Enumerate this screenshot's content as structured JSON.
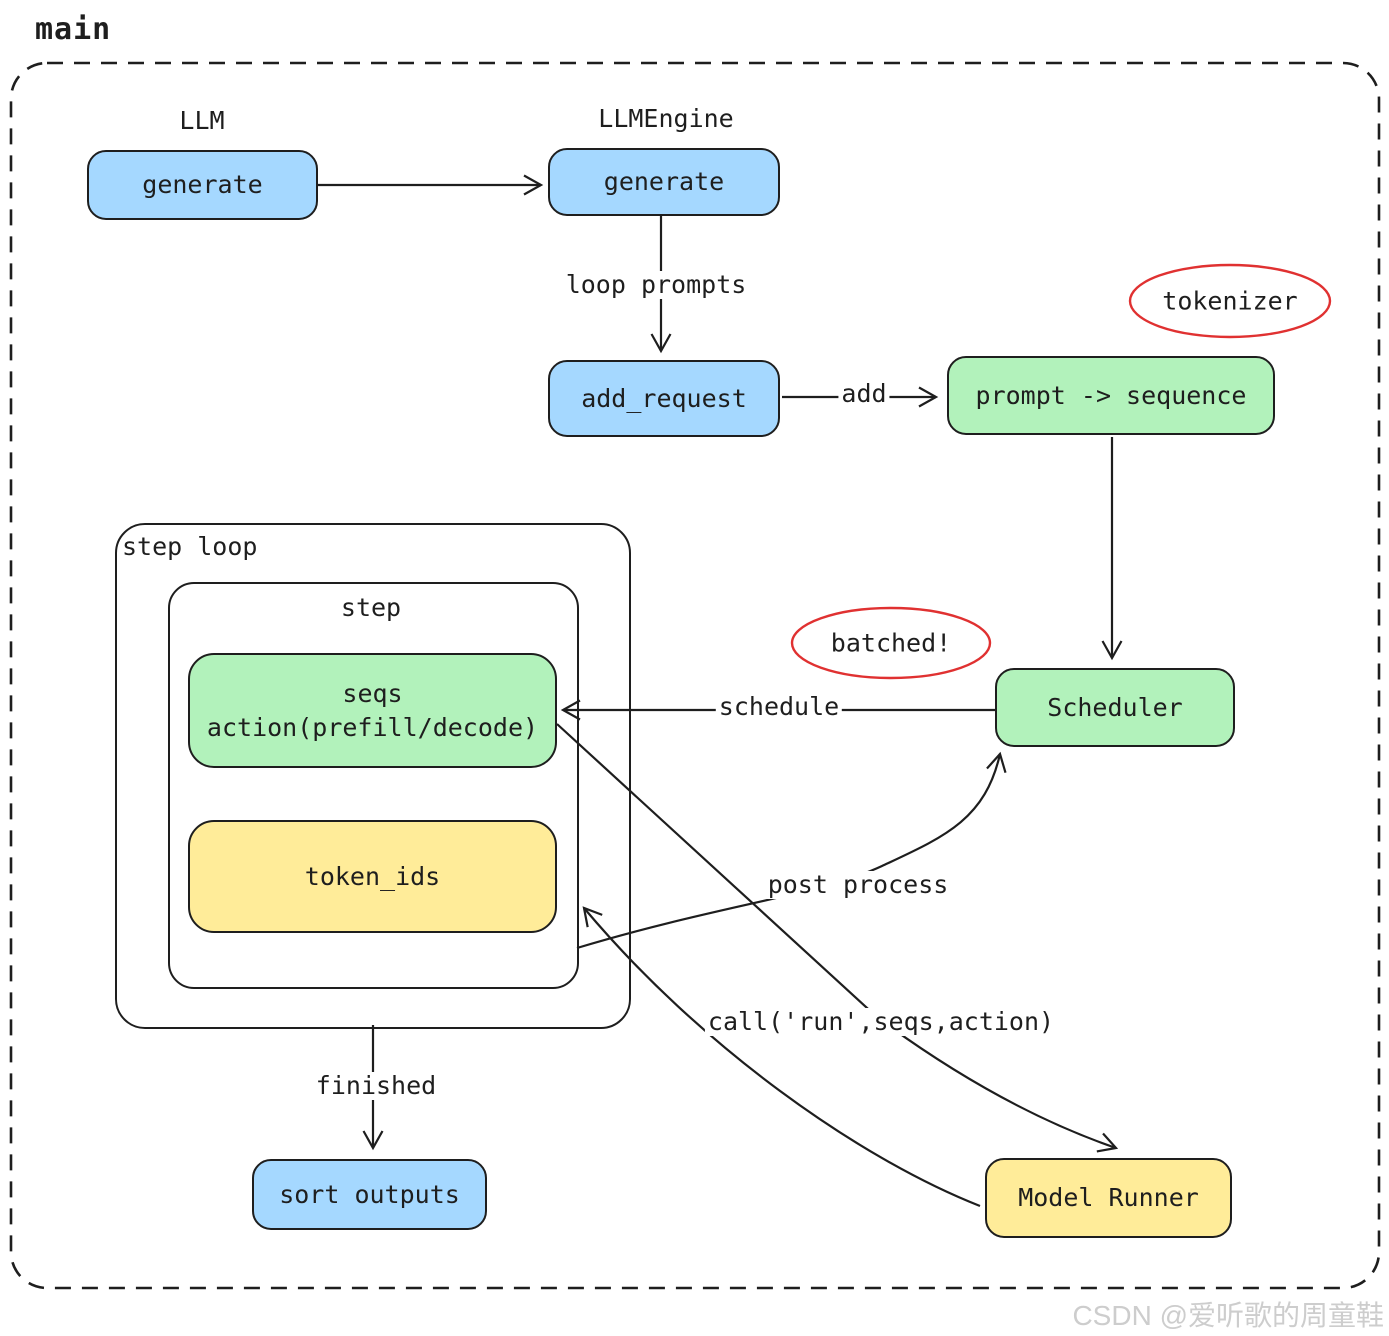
{
  "title": "main",
  "colors": {
    "stroke": "#1e1e1e",
    "blue": "#a5d8ff",
    "green": "#b2f2bb",
    "yellow": "#ffec99",
    "red": "#e03131",
    "watermark": "#cdcdcd"
  },
  "nodes": {
    "llm_class": "LLM",
    "llm_generate": "generate",
    "engine_class": "LLMEngine",
    "engine_generate": "generate",
    "add_request": "add_request",
    "prompt_sequence": "prompt -> sequence",
    "scheduler": "Scheduler",
    "seqs_line1": "seqs",
    "seqs_line2": "action(prefill/decode)",
    "token_ids": "token_ids",
    "model_runner": "Model Runner",
    "sort_outputs": "sort outputs"
  },
  "containers": {
    "step_loop": "step loop",
    "step": "step"
  },
  "annotations": {
    "tokenizer": "tokenizer",
    "batched": "batched!"
  },
  "edges": {
    "loop_prompts": "loop prompts",
    "add": "add",
    "schedule": "schedule",
    "post_process": "post process",
    "call_run": "call('run',seqs,action)",
    "finished": "finished"
  },
  "watermark": "CSDN @爱听歌的周童鞋"
}
